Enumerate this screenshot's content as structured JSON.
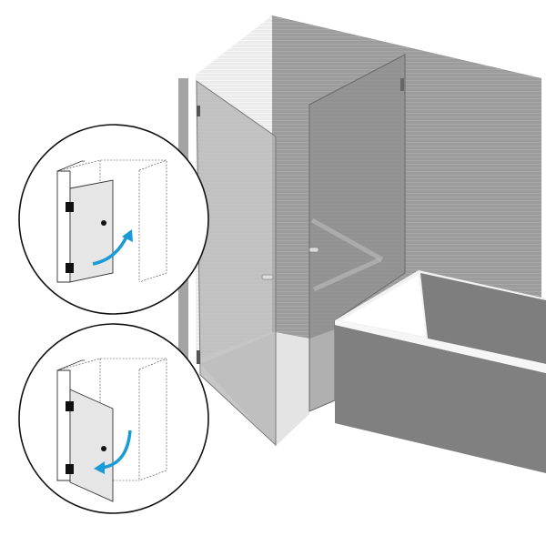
{
  "illustration": {
    "subject": "shower-enclosure-with-bathtub",
    "colors": {
      "wall": "#9a9a9a",
      "side_wall": "#e6e6e6",
      "glass": "#a9a9a9",
      "tub": "#808080",
      "tub_inner": "#ffffff",
      "arrow": "#1a9ad6",
      "outline": "#111111"
    },
    "insets": [
      {
        "icon": "door-open-outward-icon",
        "direction": "outward"
      },
      {
        "icon": "door-open-inward-icon",
        "direction": "inward"
      }
    ]
  }
}
